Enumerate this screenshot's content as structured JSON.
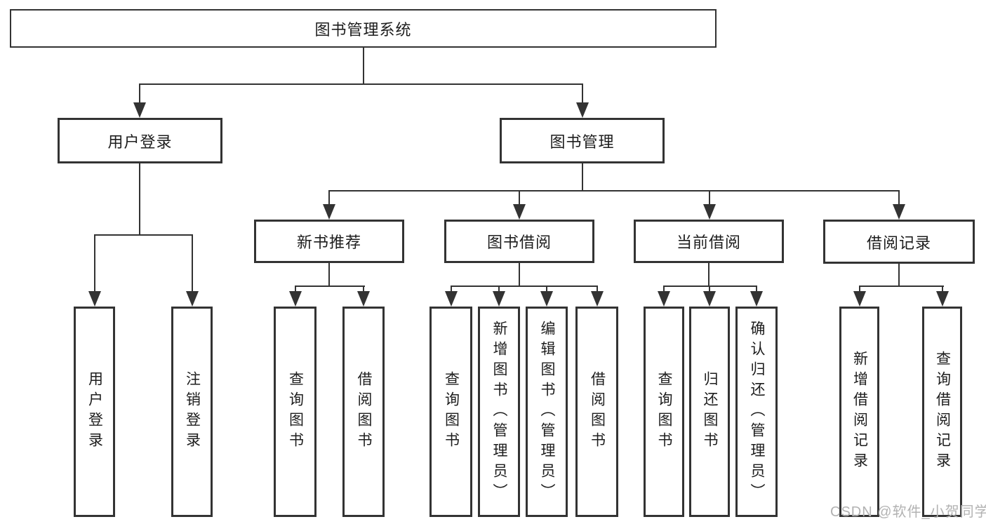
{
  "diagram": {
    "type": "hierarchy-tree",
    "orientation": "top-down",
    "title": "图书管理系统"
  },
  "tree": {
    "root": {
      "label": "图书管理系统",
      "children": [
        {
          "label": "用户登录",
          "children": [
            {
              "label": "用户登录"
            },
            {
              "label": "注销登录"
            }
          ]
        },
        {
          "label": "图书管理",
          "children": [
            {
              "label": "新书推荐",
              "children": [
                {
                  "label": "查询图书"
                },
                {
                  "label": "借阅图书"
                }
              ]
            },
            {
              "label": "图书借阅",
              "children": [
                {
                  "label": "查询图书"
                },
                {
                  "label": "新增图书（管理员）"
                },
                {
                  "label": "编辑图书（管理员）"
                },
                {
                  "label": "借阅图书"
                }
              ]
            },
            {
              "label": "当前借阅",
              "children": [
                {
                  "label": "查询图书"
                },
                {
                  "label": "归还图书"
                },
                {
                  "label": "确认归还（管理员）"
                }
              ]
            },
            {
              "label": "借阅记录",
              "children": [
                {
                  "label": "新增借阅记录"
                },
                {
                  "label": "查询借阅记录"
                }
              ]
            }
          ]
        }
      ]
    }
  },
  "watermark": {
    "text": "CSDN @软件_小贺同学"
  },
  "colors": {
    "line": "#333333",
    "text": "#1d1d1d",
    "box_background": "#ffffff",
    "page_background": "#ffffff",
    "watermark": "#b2b2b2"
  }
}
